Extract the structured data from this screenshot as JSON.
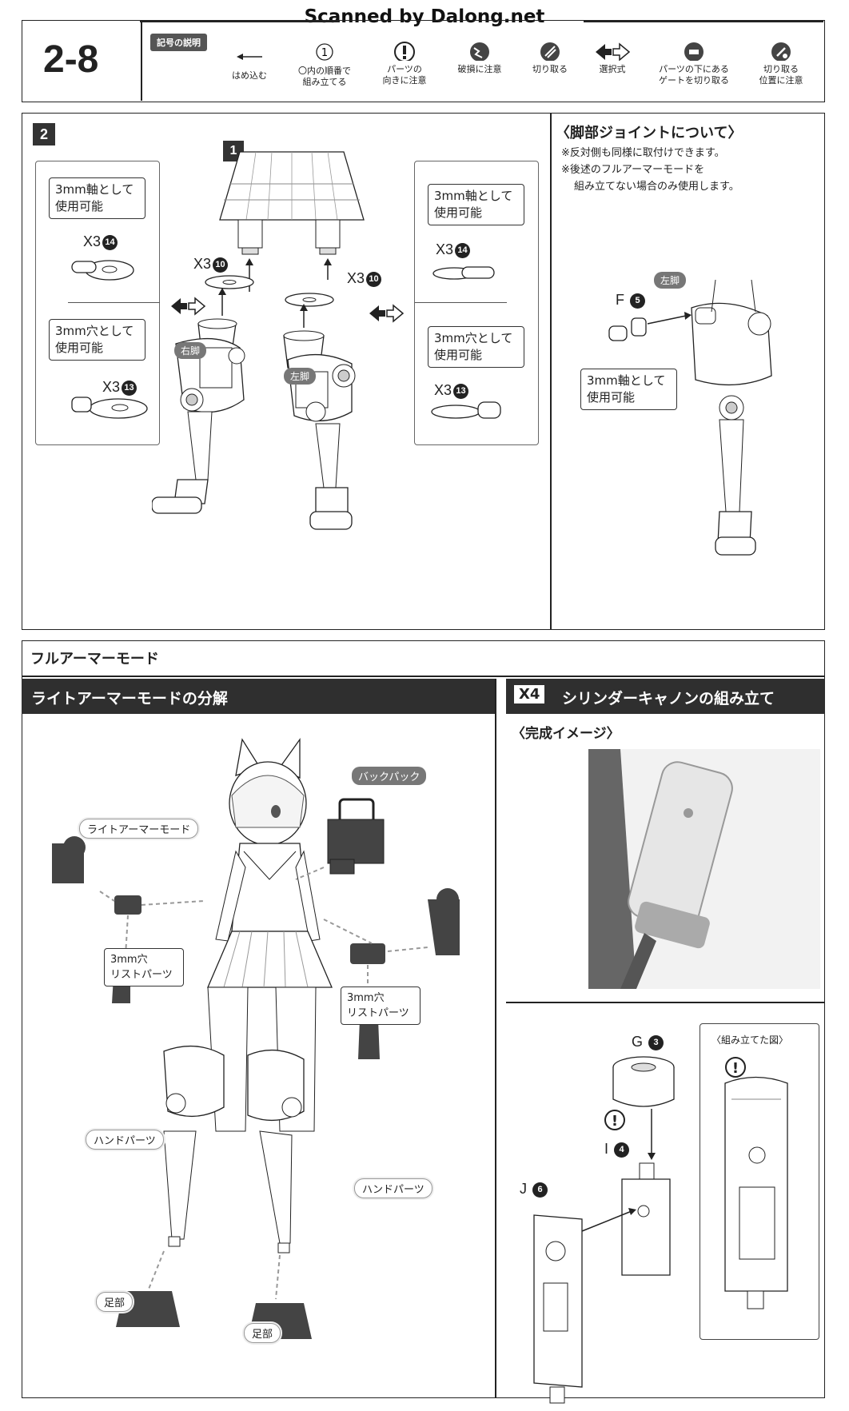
{
  "watermark": "Scanned by Dalong.net",
  "header": {
    "step": "2-8",
    "legend_title": "記号の説明",
    "legend": [
      {
        "icon": "arrow-left-icon",
        "label": "はめ込む"
      },
      {
        "icon": "circled-number-icon",
        "label": "〇内の順番で\n組み立てる"
      },
      {
        "icon": "exclamation-icon",
        "label": "パーツの\n向きに注意"
      },
      {
        "icon": "damage-icon",
        "label": "破損に注意"
      },
      {
        "icon": "cut-icon",
        "label": "切り取る"
      },
      {
        "icon": "choice-arrows-icon",
        "label": "選択式"
      },
      {
        "icon": "gate-cut-icon",
        "label": "パーツの下にある\nゲートを切り取る"
      },
      {
        "icon": "cut-position-icon",
        "label": "切り取る\n位置に注意"
      }
    ],
    "circled_symbol": "1"
  },
  "step2": {
    "badge": "2",
    "badge_ref": "1",
    "left_box": {
      "axis_label": "3mm軸として\n使用可能",
      "axis_qty": "X3",
      "axis_part": "14",
      "hole_label": "3mm穴として\n使用可能",
      "hole_qty": "X3",
      "hole_part": "13"
    },
    "right_box": {
      "axis_label": "3mm軸として\n使用可能",
      "axis_qty": "X3",
      "axis_part": "14",
      "hole_label": "3mm穴として\n使用可能",
      "hole_qty": "X3",
      "hole_part": "13"
    },
    "washer_left_qty": "X3",
    "washer_left_part": "10",
    "washer_right_qty": "X3",
    "washer_right_part": "10",
    "right_leg": "右脚",
    "left_leg": "左脚"
  },
  "joint": {
    "title": "〈脚部ジョイントについて〉",
    "note1": "※反対側も同様に取付けできます。",
    "note2": "※後述のフルアーマーモードを",
    "note3": "組み立てない場合のみ使用します。",
    "part_letter": "F",
    "part_num": "5",
    "leg_label": "左脚",
    "callout": "3mm軸として\n使用可能"
  },
  "full_armor": {
    "title": "フルアーマーモード",
    "left_bar": "ライトアーマーモードの分解",
    "light_mode": "ライトアーマーモード",
    "backpack": "バックパック",
    "wrist_left": "3mm穴\nリストパーツ",
    "wrist_right": "3mm穴\nリストパーツ",
    "hand_left": "ハンドパーツ",
    "hand_right": "ハンドパーツ",
    "foot_left": "足部",
    "foot_right": "足部",
    "right_bar_qty": "X4",
    "right_bar": "シリンダーキャノンの組み立て",
    "complete_image": "〈完成イメージ〉",
    "assembled": "〈組み立てた図〉",
    "part_g": "G",
    "part_g_num": "3",
    "part_i": "I",
    "part_i_num": "4",
    "part_j": "J",
    "part_j_num": "6",
    "warn": "!"
  }
}
